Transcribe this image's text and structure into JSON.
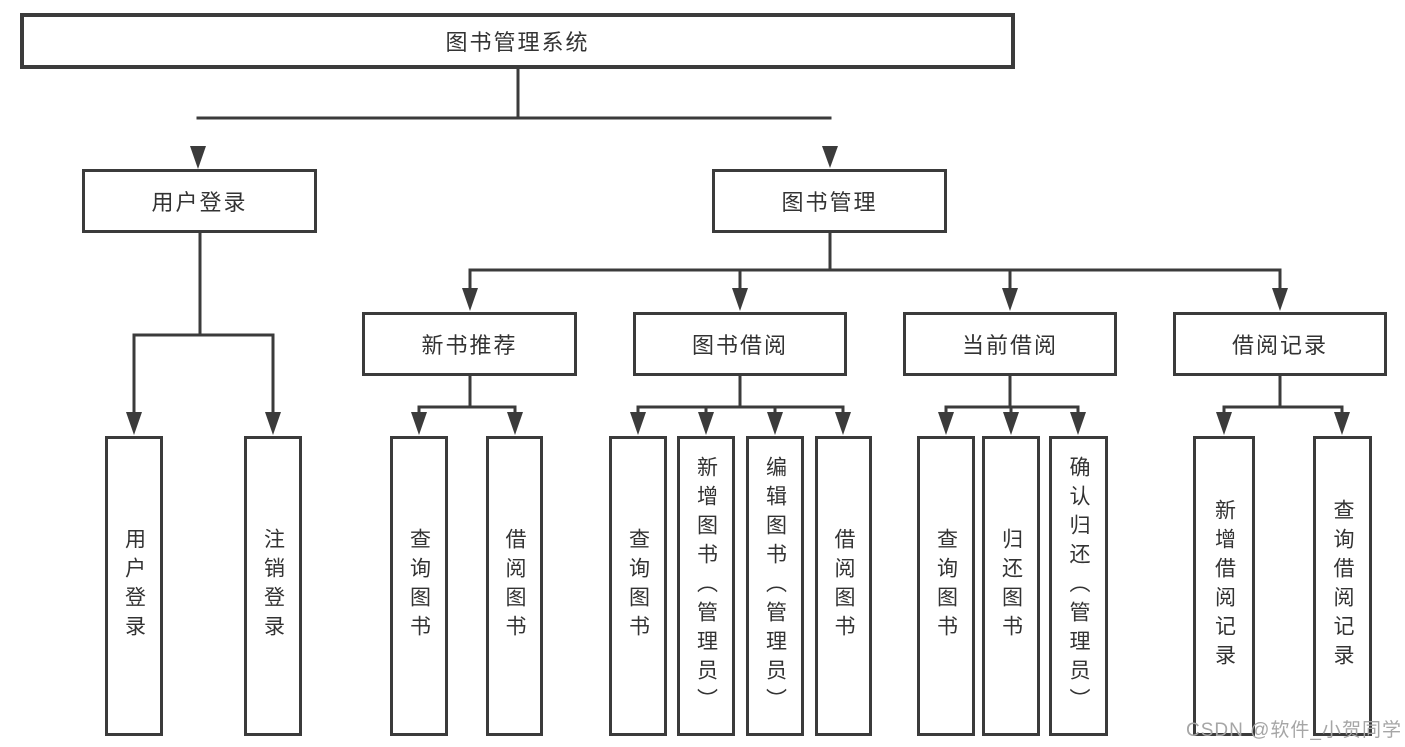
{
  "colors": {
    "line": "#3b3b3b",
    "box_border": "#3b3b3b",
    "text": "#333333",
    "background": "#ffffff",
    "watermark": "#a6a6a6"
  },
  "tree": {
    "label": "图书管理系统",
    "children": [
      {
        "label": "用户登录",
        "children": [
          {
            "label": "用户登录"
          },
          {
            "label": "注销登录"
          }
        ]
      },
      {
        "label": "图书管理",
        "children": [
          {
            "label": "新书推荐",
            "children": [
              {
                "label": "查询图书"
              },
              {
                "label": "借阅图书"
              }
            ]
          },
          {
            "label": "图书借阅",
            "children": [
              {
                "label": "查询图书"
              },
              {
                "label": "新增图书（管理员）"
              },
              {
                "label": "编辑图书（管理员）"
              },
              {
                "label": "借阅图书"
              }
            ]
          },
          {
            "label": "当前借阅",
            "children": [
              {
                "label": "查询图书"
              },
              {
                "label": "归还图书"
              },
              {
                "label": "确认归还（管理员）"
              }
            ]
          },
          {
            "label": "借阅记录",
            "children": [
              {
                "label": "新增借阅记录"
              },
              {
                "label": "查询借阅记录"
              }
            ]
          }
        ]
      }
    ]
  },
  "watermark": {
    "text": "CSDN @软件_小贺同学"
  }
}
